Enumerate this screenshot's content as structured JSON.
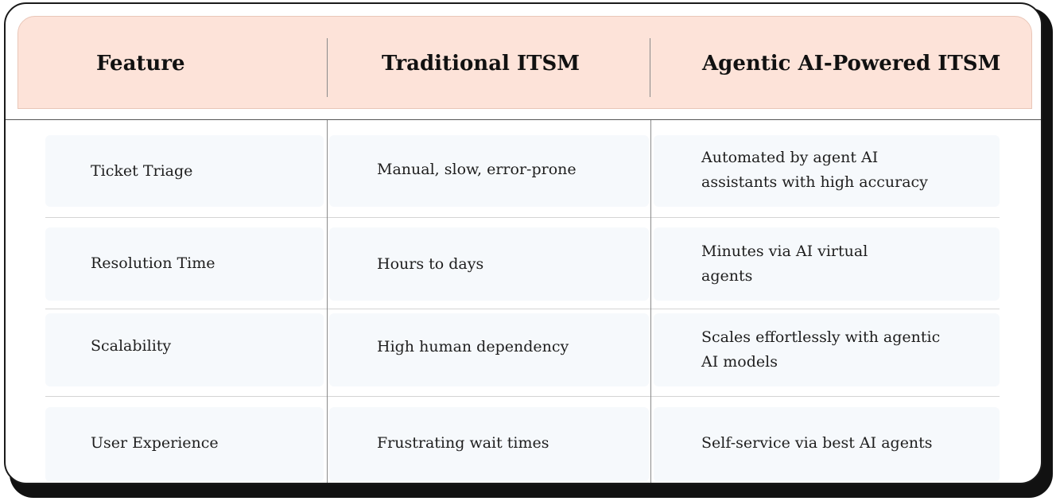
{
  "table": {
    "headers": [
      "Feature",
      "Traditional ITSM",
      "Agentic AI-Powered ITSM"
    ],
    "rows": [
      {
        "feature": "Ticket Triage",
        "traditional": "Manual, slow, error-prone",
        "agentic": [
          "Automated by agent AI",
          "assistants with high accuracy"
        ]
      },
      {
        "feature": "Resolution Time",
        "traditional": "Hours to days",
        "agentic": [
          "Minutes via AI virtual",
          "agents"
        ]
      },
      {
        "feature": "Scalability",
        "traditional": "High human dependency",
        "agentic": [
          "Scales effortlessly with agentic",
          "AI models"
        ]
      },
      {
        "feature": "User Experience",
        "traditional": "Frustrating wait times",
        "agentic": [
          "Self-service via best AI agents"
        ]
      }
    ]
  },
  "colors": {
    "header_bg": "#fde3d9",
    "row_bg": "#f6f9fc",
    "border": "#1a1a1a"
  }
}
